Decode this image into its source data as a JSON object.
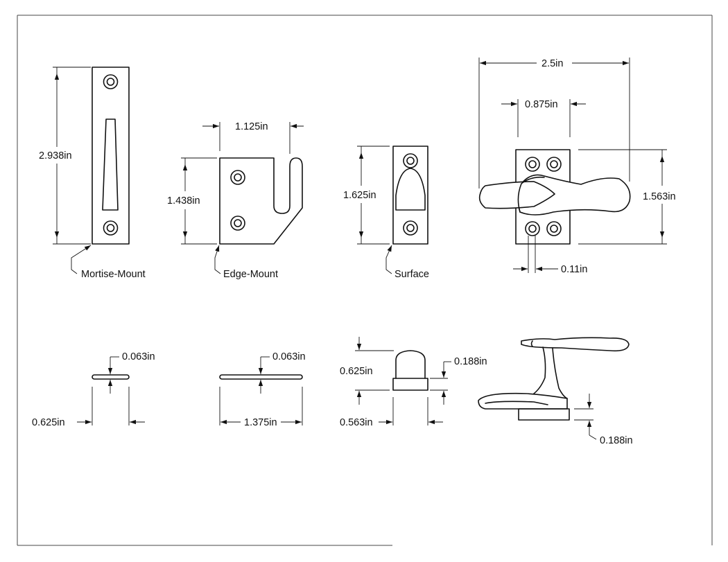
{
  "dimensions": {
    "mortise_height": "2.938in",
    "edge_width": "1.125in",
    "edge_height": "1.438in",
    "surface_height": "1.625in",
    "lever_width": "2.5in",
    "hole_spacing": "0.875in",
    "lever_height": "1.563in",
    "hole_offset": "0.11in",
    "mortise_thickness": "0.063in",
    "mortise_side_width": "0.625in",
    "edge_thickness": "0.063in",
    "edge_side_width": "1.375in",
    "surface_side_height": "0.625in",
    "surface_step": "0.188in",
    "surface_side_width": "0.563in",
    "lever_base_height": "0.188in"
  },
  "labels": {
    "mortise": "Mortise-Mount",
    "edge": "Edge-Mount",
    "surface": "Surface"
  }
}
